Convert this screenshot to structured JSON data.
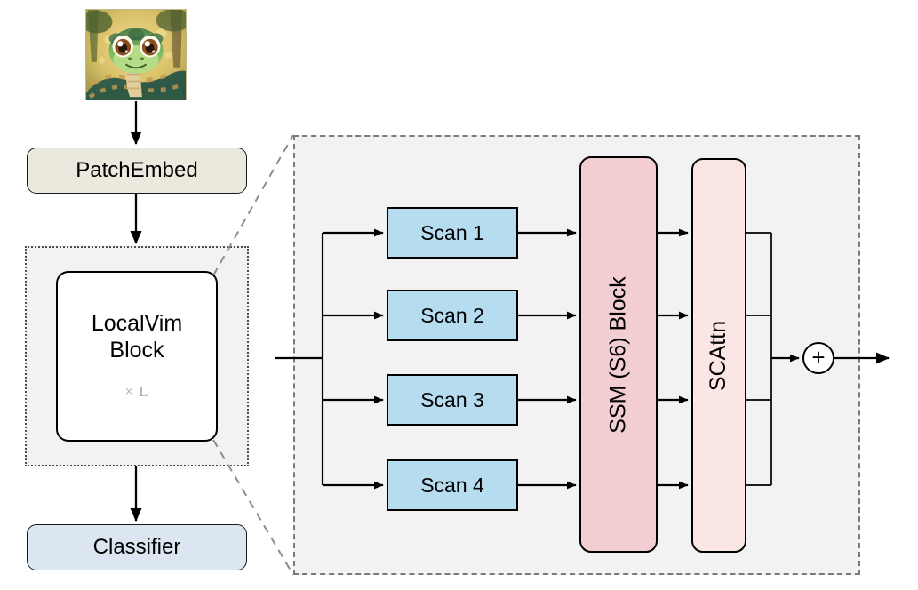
{
  "figure": {
    "title": "LocalVim architecture overview",
    "type": "diagram"
  },
  "left_pipeline": {
    "input_image": {
      "label": "snake-illustration",
      "description": "Cartoon snake illustration"
    },
    "patch_embed": {
      "label": "PatchEmbed",
      "fill": "#ebe9dd"
    },
    "localvim_group": {
      "label": "localvim-stack"
    },
    "localvim_block": {
      "label_line1": "LocalVim",
      "label_line2": "Block",
      "repeat": "× L",
      "fill": "#ffffff"
    },
    "classifier": {
      "label": "Classifier",
      "fill": "#dce6f0"
    }
  },
  "detail_panel": {
    "label": "localvim-block-detail",
    "scans": [
      {
        "label": "Scan 1"
      },
      {
        "label": "Scan 2"
      },
      {
        "label": "Scan 3"
      },
      {
        "label": "Scan 4"
      }
    ],
    "ssm_block": {
      "label": "SSM (S6) Block",
      "fill": "#f2ced2"
    },
    "scattn_block": {
      "label": "SCAttn",
      "fill": "#fae7e5"
    },
    "sum_node": {
      "label": "+"
    },
    "scan_fill": "#b6dcf0"
  },
  "colors": {
    "stroke": "#000000",
    "panel_bg": "#f2f2f2",
    "panel_border": "#7a7a7a",
    "repeat_text": "#a8a8a8"
  }
}
